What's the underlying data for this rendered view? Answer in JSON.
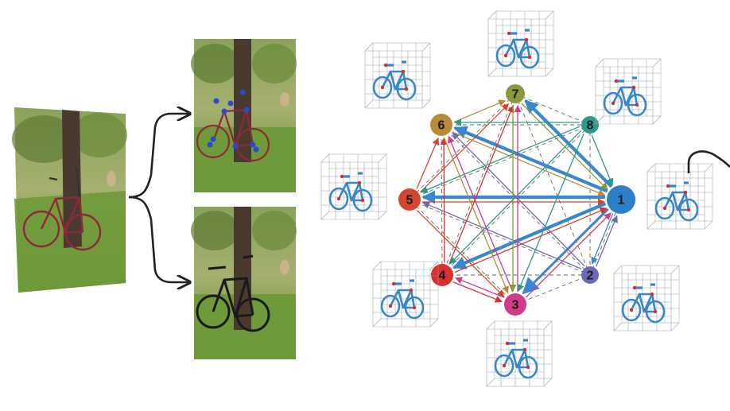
{
  "colors": {
    "arrow_black": "#222222",
    "grass": "#6f9a3a",
    "foliage": "#7a8a44",
    "trunk": "#4a3a2e",
    "bike_red": "#8c2a3a",
    "bike_black": "#1a1a1a",
    "keypoint_blue": "#2a4bd0",
    "lattice": "#9aa6b0",
    "model_blue": "#3a86c8",
    "model_red": "#d03030",
    "dashed": "#666666"
  },
  "nodes": [
    {
      "id": "1",
      "label": "1",
      "color": "#2f7fc8"
    },
    {
      "id": "2",
      "label": "2",
      "color": "#6a6ab8"
    },
    {
      "id": "3",
      "label": "3",
      "color": "#d23a8a"
    },
    {
      "id": "4",
      "label": "4",
      "color": "#d8302e"
    },
    {
      "id": "5",
      "label": "5",
      "color": "#d4472e"
    },
    {
      "id": "6",
      "label": "6",
      "color": "#b88a3a"
    },
    {
      "id": "7",
      "label": "7",
      "color": "#8a9a3a"
    },
    {
      "id": "8",
      "label": "8",
      "color": "#2a9a8a"
    }
  ],
  "edges": [
    {
      "from": "1",
      "to": "6",
      "color": "#3a86d0",
      "weight": "thick"
    },
    {
      "from": "1",
      "to": "5",
      "color": "#3a86d0",
      "weight": "thick"
    },
    {
      "from": "1",
      "to": "4",
      "color": "#3a86d0",
      "weight": "thick"
    },
    {
      "from": "1",
      "to": "7",
      "color": "#3a86d0",
      "weight": "thick"
    },
    {
      "from": "1",
      "to": "3",
      "color": "#3a86d0",
      "weight": "medium"
    },
    {
      "from": "1",
      "to": "2",
      "color": "#3a86d0",
      "weight": "thin"
    },
    {
      "from": "2",
      "to": "1",
      "color": "#6a6ab8",
      "weight": "thin"
    },
    {
      "from": "2",
      "to": "6",
      "color": "#6a6ab8",
      "weight": "thin"
    },
    {
      "from": "2",
      "to": "5",
      "color": "#6a6ab8",
      "weight": "thin"
    },
    {
      "from": "3",
      "to": "7",
      "color": "#d23a8a",
      "weight": "thin"
    },
    {
      "from": "3",
      "to": "6",
      "color": "#d23a8a",
      "weight": "thin"
    },
    {
      "from": "3",
      "to": "4",
      "color": "#d23a8a",
      "weight": "thin"
    },
    {
      "from": "3",
      "to": "1",
      "color": "#d23a8a",
      "weight": "thin"
    },
    {
      "from": "4",
      "to": "6",
      "color": "#d8302e",
      "weight": "thin"
    },
    {
      "from": "4",
      "to": "7",
      "color": "#d8302e",
      "weight": "thin"
    },
    {
      "from": "4",
      "to": "3",
      "color": "#d8302e",
      "weight": "thin"
    },
    {
      "from": "4",
      "to": "1",
      "color": "#d8302e",
      "weight": "thin"
    },
    {
      "from": "5",
      "to": "6",
      "color": "#d4472e",
      "weight": "thin"
    },
    {
      "from": "5",
      "to": "7",
      "color": "#d4472e",
      "weight": "thin"
    },
    {
      "from": "5",
      "to": "3",
      "color": "#d4472e",
      "weight": "thin"
    },
    {
      "from": "5",
      "to": "1",
      "color": "#d4472e",
      "weight": "thin"
    },
    {
      "from": "6",
      "to": "7",
      "color": "#b88a3a",
      "weight": "thin"
    },
    {
      "from": "6",
      "to": "3",
      "color": "#b88a3a",
      "weight": "thin"
    },
    {
      "from": "6",
      "to": "1",
      "color": "#b88a3a",
      "weight": "thin"
    },
    {
      "from": "7",
      "to": "3",
      "color": "#8a9a3a",
      "weight": "thin"
    },
    {
      "from": "7",
      "to": "1",
      "color": "#8a9a3a",
      "weight": "thin"
    },
    {
      "from": "8",
      "to": "6",
      "color": "#2a9a8a",
      "weight": "thin"
    },
    {
      "from": "8",
      "to": "5",
      "color": "#2a9a8a",
      "weight": "thin"
    },
    {
      "from": "8",
      "to": "4",
      "color": "#2a9a8a",
      "weight": "thin"
    },
    {
      "from": "8",
      "to": "3",
      "color": "#2a9a8a",
      "weight": "thin"
    },
    {
      "from": "8",
      "to": "1",
      "color": "#2a9a8a",
      "weight": "thin"
    }
  ],
  "dashed_edges": [
    [
      "7",
      "8"
    ],
    [
      "7",
      "2"
    ],
    [
      "7",
      "5"
    ],
    [
      "8",
      "2"
    ],
    [
      "8",
      "4"
    ],
    [
      "6",
      "2"
    ],
    [
      "5",
      "2"
    ],
    [
      "4",
      "2"
    ],
    [
      "3",
      "2"
    ],
    [
      "6",
      "4"
    ],
    [
      "5",
      "8"
    ],
    [
      "7",
      "4"
    ],
    [
      "3",
      "5"
    ],
    [
      "6",
      "8"
    ],
    [
      "1",
      "2"
    ]
  ]
}
